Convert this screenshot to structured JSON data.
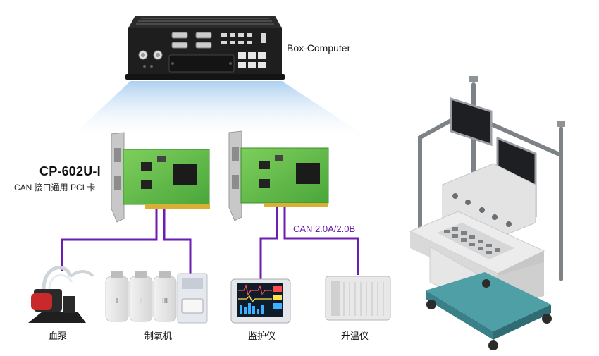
{
  "computer": {
    "label": "Box-Computer"
  },
  "card": {
    "title": "CP-602U-I",
    "subtitle": "CAN 接口通用 PCI 卡"
  },
  "bus": {
    "label": "CAN 2.0A/2.0B",
    "color": "#6a1fb0"
  },
  "devices": [
    {
      "name": "血泵"
    },
    {
      "name": "制氧机"
    },
    {
      "name": "监护仪"
    },
    {
      "name": "升温仪"
    }
  ],
  "oxygen_cylinder_marks": [
    "I",
    "II",
    "III"
  ]
}
